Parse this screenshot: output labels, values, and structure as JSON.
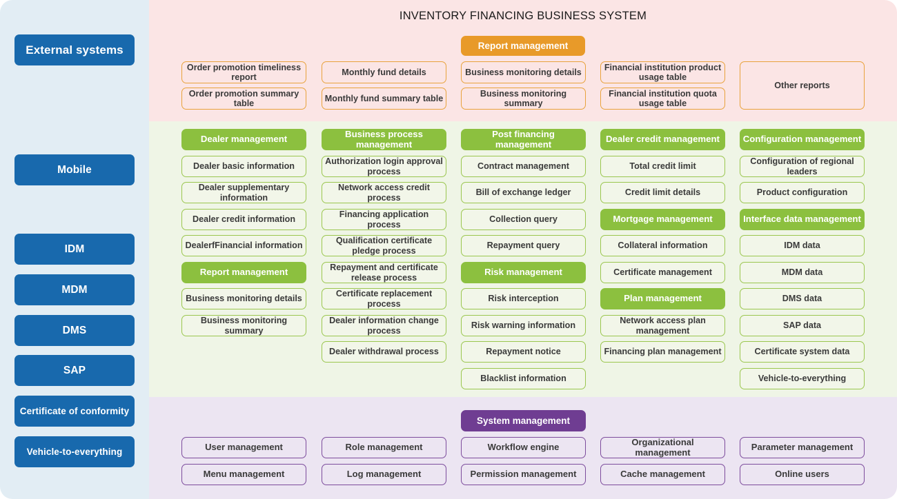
{
  "header": {
    "title": "INVENTORY FINANCING BUSINESS SYSTEM"
  },
  "colors": {
    "sidebar_bg": "#e2edf4",
    "external_button": "#1869ad",
    "report_panel_bg": "#fbe5e5",
    "report_accent": "#e89a29",
    "business_panel_bg": "#eff5e6",
    "business_accent": "#8cc03f",
    "system_panel_bg": "#ece5f2",
    "system_accent": "#6f3d92"
  },
  "sidebar": {
    "items": [
      {
        "label": "External systems",
        "style": "title"
      },
      {
        "label": "Mobile",
        "style": "normal"
      },
      {
        "label": "IDM",
        "style": "normal"
      },
      {
        "label": "MDM",
        "style": "normal"
      },
      {
        "label": "DMS",
        "style": "normal"
      },
      {
        "label": "SAP",
        "style": "normal"
      },
      {
        "label": "Certificate of conformity",
        "style": "small"
      },
      {
        "label": "Vehicle-to-everything",
        "style": "small"
      }
    ]
  },
  "report_section": {
    "header": "Report management",
    "columns": [
      {
        "items": [
          "Order promotion timeliness report",
          "Order promotion summary table"
        ]
      },
      {
        "items": [
          "Monthly fund details",
          "Monthly fund summary table"
        ]
      },
      {
        "items": [
          "Business monitoring details",
          "Business monitoring summary"
        ]
      },
      {
        "items": [
          "Financial institution product usage table",
          "Financial institution quota usage table"
        ]
      },
      {
        "items": [
          "Other reports"
        ]
      }
    ]
  },
  "business_section": {
    "columns": [
      {
        "nodes": [
          {
            "label": "Dealer management",
            "type": "head"
          },
          {
            "label": "Dealer basic information",
            "type": "item"
          },
          {
            "label": "Dealer supplementary information",
            "type": "item"
          },
          {
            "label": "Dealer credit information",
            "type": "item"
          },
          {
            "label": "DealerfFinancial information",
            "type": "item"
          },
          {
            "label": "Report management",
            "type": "head"
          },
          {
            "label": "Business monitoring details",
            "type": "item"
          },
          {
            "label": "Business monitoring summary",
            "type": "item"
          }
        ]
      },
      {
        "nodes": [
          {
            "label": "Business process management",
            "type": "head"
          },
          {
            "label": "Authorization login approval process",
            "type": "item"
          },
          {
            "label": "Network access credit process",
            "type": "item"
          },
          {
            "label": "Financing application process",
            "type": "item"
          },
          {
            "label": "Qualification certificate pledge process",
            "type": "item"
          },
          {
            "label": "Repayment and certificate release process",
            "type": "item"
          },
          {
            "label": "Certificate replacement process",
            "type": "item"
          },
          {
            "label": "Dealer information change process",
            "type": "item"
          },
          {
            "label": "Dealer withdrawal process",
            "type": "item"
          }
        ]
      },
      {
        "nodes": [
          {
            "label": "Post financing management",
            "type": "head"
          },
          {
            "label": "Contract management",
            "type": "item"
          },
          {
            "label": "Bill of exchange ledger",
            "type": "item"
          },
          {
            "label": "Collection query",
            "type": "item"
          },
          {
            "label": "Repayment query",
            "type": "item"
          },
          {
            "label": "Risk management",
            "type": "head"
          },
          {
            "label": "Risk interception",
            "type": "item"
          },
          {
            "label": "Risk warning information",
            "type": "item"
          },
          {
            "label": "Repayment notice",
            "type": "item"
          },
          {
            "label": "Blacklist information",
            "type": "item"
          }
        ]
      },
      {
        "nodes": [
          {
            "label": "Dealer credit management",
            "type": "head"
          },
          {
            "label": "Total credit limit",
            "type": "item"
          },
          {
            "label": "Credit limit details",
            "type": "item"
          },
          {
            "label": "Mortgage management",
            "type": "head"
          },
          {
            "label": "Collateral information",
            "type": "item"
          },
          {
            "label": "Certificate management",
            "type": "item"
          },
          {
            "label": "Plan management",
            "type": "head"
          },
          {
            "label": "Network access plan management",
            "type": "item"
          },
          {
            "label": "Financing plan management",
            "type": "item"
          }
        ]
      },
      {
        "nodes": [
          {
            "label": "Configuration management",
            "type": "head"
          },
          {
            "label": "Configuration of regional leaders",
            "type": "item"
          },
          {
            "label": "Product configuration",
            "type": "item"
          },
          {
            "label": "Interface data management",
            "type": "head"
          },
          {
            "label": "IDM data",
            "type": "item"
          },
          {
            "label": "MDM data",
            "type": "item"
          },
          {
            "label": "DMS data",
            "type": "item"
          },
          {
            "label": "SAP data",
            "type": "item"
          },
          {
            "label": "Certificate system data",
            "type": "item"
          },
          {
            "label": "Vehicle-to-everything",
            "type": "item"
          }
        ]
      }
    ]
  },
  "system_section": {
    "header": "System management",
    "columns": [
      {
        "items": [
          "User management",
          "Menu management"
        ]
      },
      {
        "items": [
          "Role management",
          "Log management"
        ]
      },
      {
        "items": [
          "Workflow engine",
          "Permission management"
        ]
      },
      {
        "items": [
          "Organizational management",
          "Cache management"
        ]
      },
      {
        "items": [
          "Parameter management",
          "Online users"
        ]
      }
    ]
  }
}
